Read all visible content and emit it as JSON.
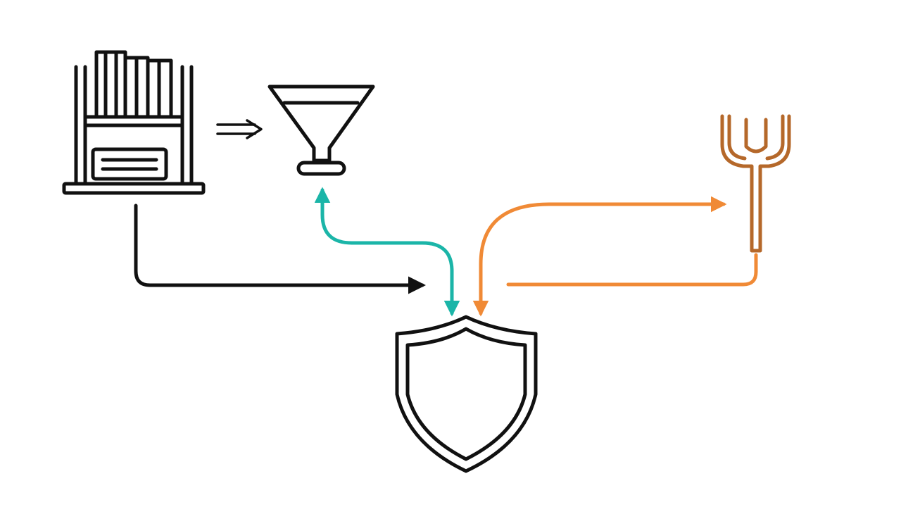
{
  "diagram": {
    "nodes": [
      {
        "id": "bookshelf",
        "icon": "bookshelf-icon"
      },
      {
        "id": "funnel",
        "icon": "funnel-icon"
      },
      {
        "id": "shield",
        "icon": "shield-icon"
      },
      {
        "id": "fork",
        "icon": "fork-icon"
      }
    ],
    "edges": [
      {
        "from": "bookshelf",
        "to": "funnel",
        "style": "double-arrow",
        "color": "#111111"
      },
      {
        "from": "bookshelf",
        "to": "shield",
        "style": "arrow",
        "color": "#111111"
      },
      {
        "from": "shield",
        "to": "funnel",
        "style": "bidirectional-arrow",
        "color": "#1bb5a8"
      },
      {
        "from": "shield",
        "to": "fork",
        "style": "arrow",
        "color": "#f08a36"
      },
      {
        "from": "fork",
        "to": "shield",
        "style": "arrow",
        "color": "#f08a36"
      }
    ]
  },
  "colors": {
    "stroke": "#111111",
    "teal": "#1bb5a8",
    "orange": "#f08a36",
    "brown": "#b5682a",
    "background": "#ffffff"
  }
}
